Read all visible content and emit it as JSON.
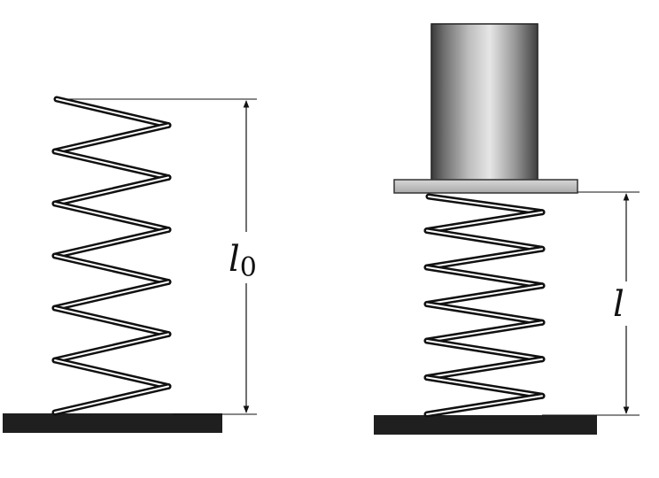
{
  "figure": {
    "left_dimension": {
      "symbol": "l",
      "subscript": "0"
    },
    "right_dimension": {
      "symbol": "l"
    }
  },
  "colors": {
    "background": "#ffffff",
    "ink": "#111111",
    "plate": "#c9c9c9",
    "cylinder_dark": "#3d3d3d",
    "cylinder_mid": "#9a9a9a",
    "cylinder_light": "#e3e3e3"
  }
}
